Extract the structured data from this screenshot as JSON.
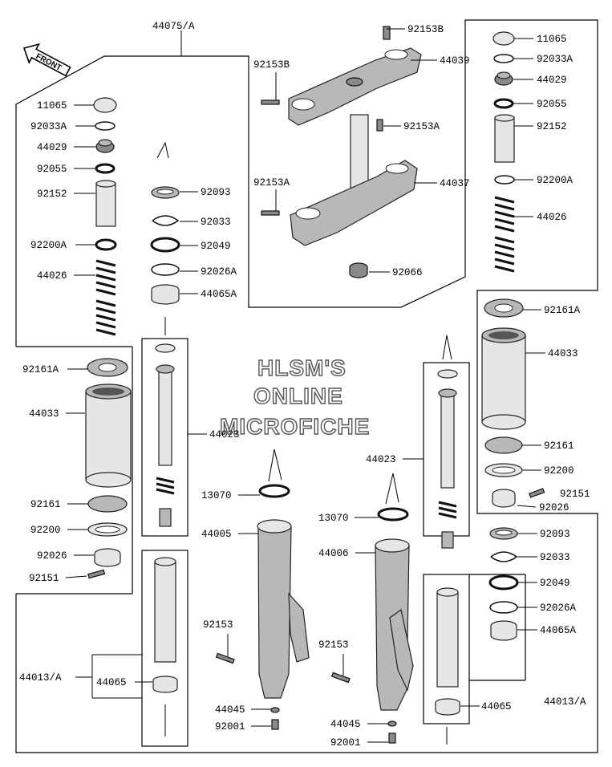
{
  "watermark": {
    "line1": "HLSM'S",
    "line2": "ONLINE",
    "line3": "MICROFICHE"
  },
  "front_arrow": {
    "label": "FRONT",
    "icon": "front-direction-arrow-icon"
  },
  "groups": {
    "left_fork": "44075/A",
    "left_inner_tube_group": "44013/A",
    "right_inner_tube_group": "44013/A"
  },
  "labels": {
    "p11065_l": "11065",
    "p92033a_l": "92033A",
    "p44029_l": "44029",
    "p92055_l": "92055",
    "p92152_l": "92152",
    "p92200a_l": "92200A",
    "p44026_l": "44026",
    "p92161a_l": "92161A",
    "p44033_l": "44033",
    "p92161_l": "92161",
    "p92200_l": "92200",
    "p92026_l": "92026",
    "p92151_l": "92151",
    "p44065_l": "44065",
    "p92093_c": "92093",
    "p92033_c": "92033",
    "p92049_c": "92049",
    "p92026a_c": "92026A",
    "p44065a_c": "44065A",
    "p44023_c": "44023",
    "p92153b_top": "92153B",
    "p44039": "44039",
    "p92153b_left": "92153B",
    "p92153a_right": "92153A",
    "p92153a_left": "92153A",
    "p44037": "44037",
    "p92066": "92066",
    "p13070_a": "13070",
    "p44005": "44005",
    "p92153_a": "92153",
    "p44045_a": "44045",
    "p92001_a": "92001",
    "p44023_r": "44023",
    "p13070_b": "13070",
    "p44006": "44006",
    "p92153_b": "92153",
    "p44045_b": "44045",
    "p92001_b": "92001",
    "p11065_r": "11065",
    "p92033a_r": "92033A",
    "p44029_r": "44029",
    "p92055_r": "92055",
    "p92152_r": "92152",
    "p92200a_r": "92200A",
    "p44026_r": "44026",
    "p92161a_r": "92161A",
    "p44033_r": "44033",
    "p92161_r": "92161",
    "p92200_r": "92200",
    "p92151_r": "92151",
    "p92026_r": "92026",
    "p92093_r": "92093",
    "p92033_r": "92033",
    "p92049_r": "92049",
    "p92026a_r": "92026A",
    "p44065a_r": "44065A",
    "p44065_r": "44065"
  }
}
